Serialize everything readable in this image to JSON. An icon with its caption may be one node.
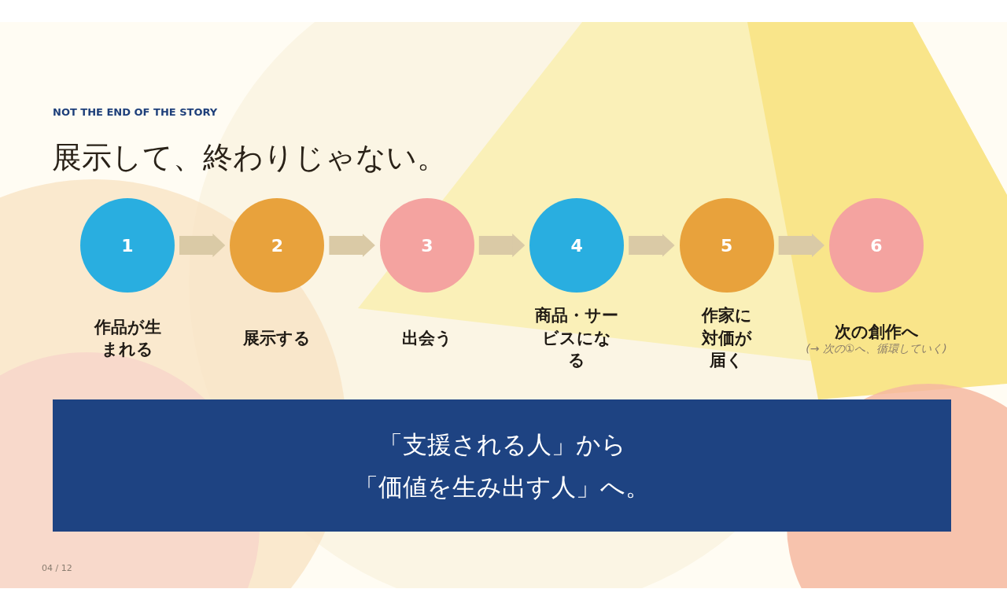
{
  "diagram": {
    "title": "展示して、終わりじゃない。",
    "nodes": [
      {
        "text": [
          "1"
        ],
        "beside": [
          "作品が生まれる"
        ]
      },
      {
        "text": [
          "2"
        ],
        "beside": [
          "展示する"
        ]
      },
      {
        "text": [
          "3"
        ],
        "beside": [
          "出会う"
        ]
      },
      {
        "text": [
          "4"
        ],
        "beside": [
          "商品・サービスになる"
        ]
      },
      {
        "text": [
          "5"
        ],
        "beside": [
          "作家に対価が届く"
        ]
      },
      {
        "text": [
          "6"
        ],
        "beside": [
          "次の創作へ",
          "(→ 次の①へ、循環していく)"
        ]
      },
      {
        "text": [
          "「支援される人」から",
          "「価値を生み出す人」へ。"
        ]
      }
    ],
    "edges": [
      {
        "from": 0,
        "to": 1,
        "arrow": "to"
      },
      {
        "from": 1,
        "to": 2,
        "arrow": "to"
      },
      {
        "from": 2,
        "to": 3,
        "arrow": "to"
      },
      {
        "from": 3,
        "to": 4,
        "arrow": "to"
      },
      {
        "from": 4,
        "to": 5,
        "arrow": "to"
      }
    ],
    "labels": [
      "NOT THE END OF THE STORY",
      "04 / 12"
    ]
  }
}
